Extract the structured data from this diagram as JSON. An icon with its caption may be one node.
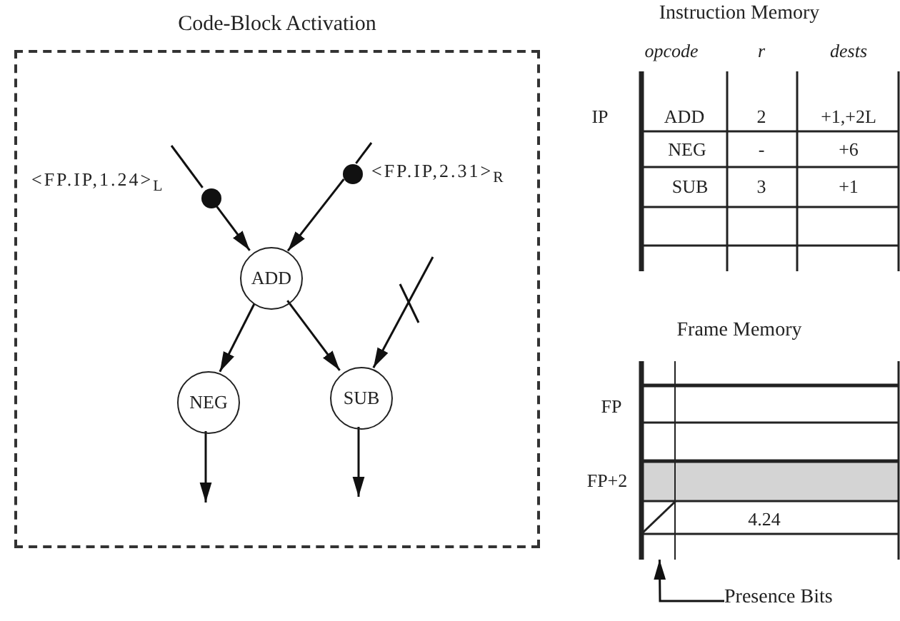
{
  "diagram": {
    "nodes": [
      {
        "text": [
          "Code-Block Activation"
        ]
      },
      {
        "text": [],
        "shape": "circle",
        "beside": [
          "<FP.IP,1.24>$_{L}$"
        ],
        "in": 0
      },
      {
        "text": [],
        "shape": "circle",
        "beside": [
          "<FP.IP,2.31>$_{R}$"
        ],
        "in": 0
      },
      {
        "text": [
          "ADD"
        ],
        "in": 0
      },
      {
        "text": [
          "NEG"
        ],
        "in": 0
      },
      {
        "text": [
          "SUB"
        ],
        "in": 0
      },
      {
        "text": [
          "Instruction Memory"
        ]
      },
      {
        "text": [
          "Frame Memory"
        ]
      },
      {
        "text": [],
        "shape": "bar",
        "in": 7
      },
      {
        "text": [
          "Presence Bits"
        ]
      }
    ],
    "edges": [
      {
        "from": null,
        "to": 1,
        "arrow": "none"
      },
      {
        "from": 1,
        "to": 3,
        "arrow": "to"
      },
      {
        "from": null,
        "to": 2,
        "arrow": "none"
      },
      {
        "from": 2,
        "to": 3,
        "arrow": "to"
      },
      {
        "from": 3,
        "to": 4,
        "arrow": "to"
      },
      {
        "from": 3,
        "to": 5,
        "arrow": "to"
      },
      {
        "from": null,
        "to": 5,
        "arrow": "to"
      },
      {
        "from": 4,
        "to": null,
        "arrow": "to"
      },
      {
        "from": 5,
        "to": null,
        "arrow": "to"
      },
      {
        "from": 9,
        "to": 8,
        "arrow": "to"
      }
    ],
    "labels": [
      "opcode",
      "r",
      "dests",
      "IP",
      "ADD",
      "2",
      "+1,+2L",
      "NEG",
      "-",
      "+6",
      "SUB",
      "3",
      "+1",
      "FP",
      "FP+2",
      "4.24"
    ]
  }
}
